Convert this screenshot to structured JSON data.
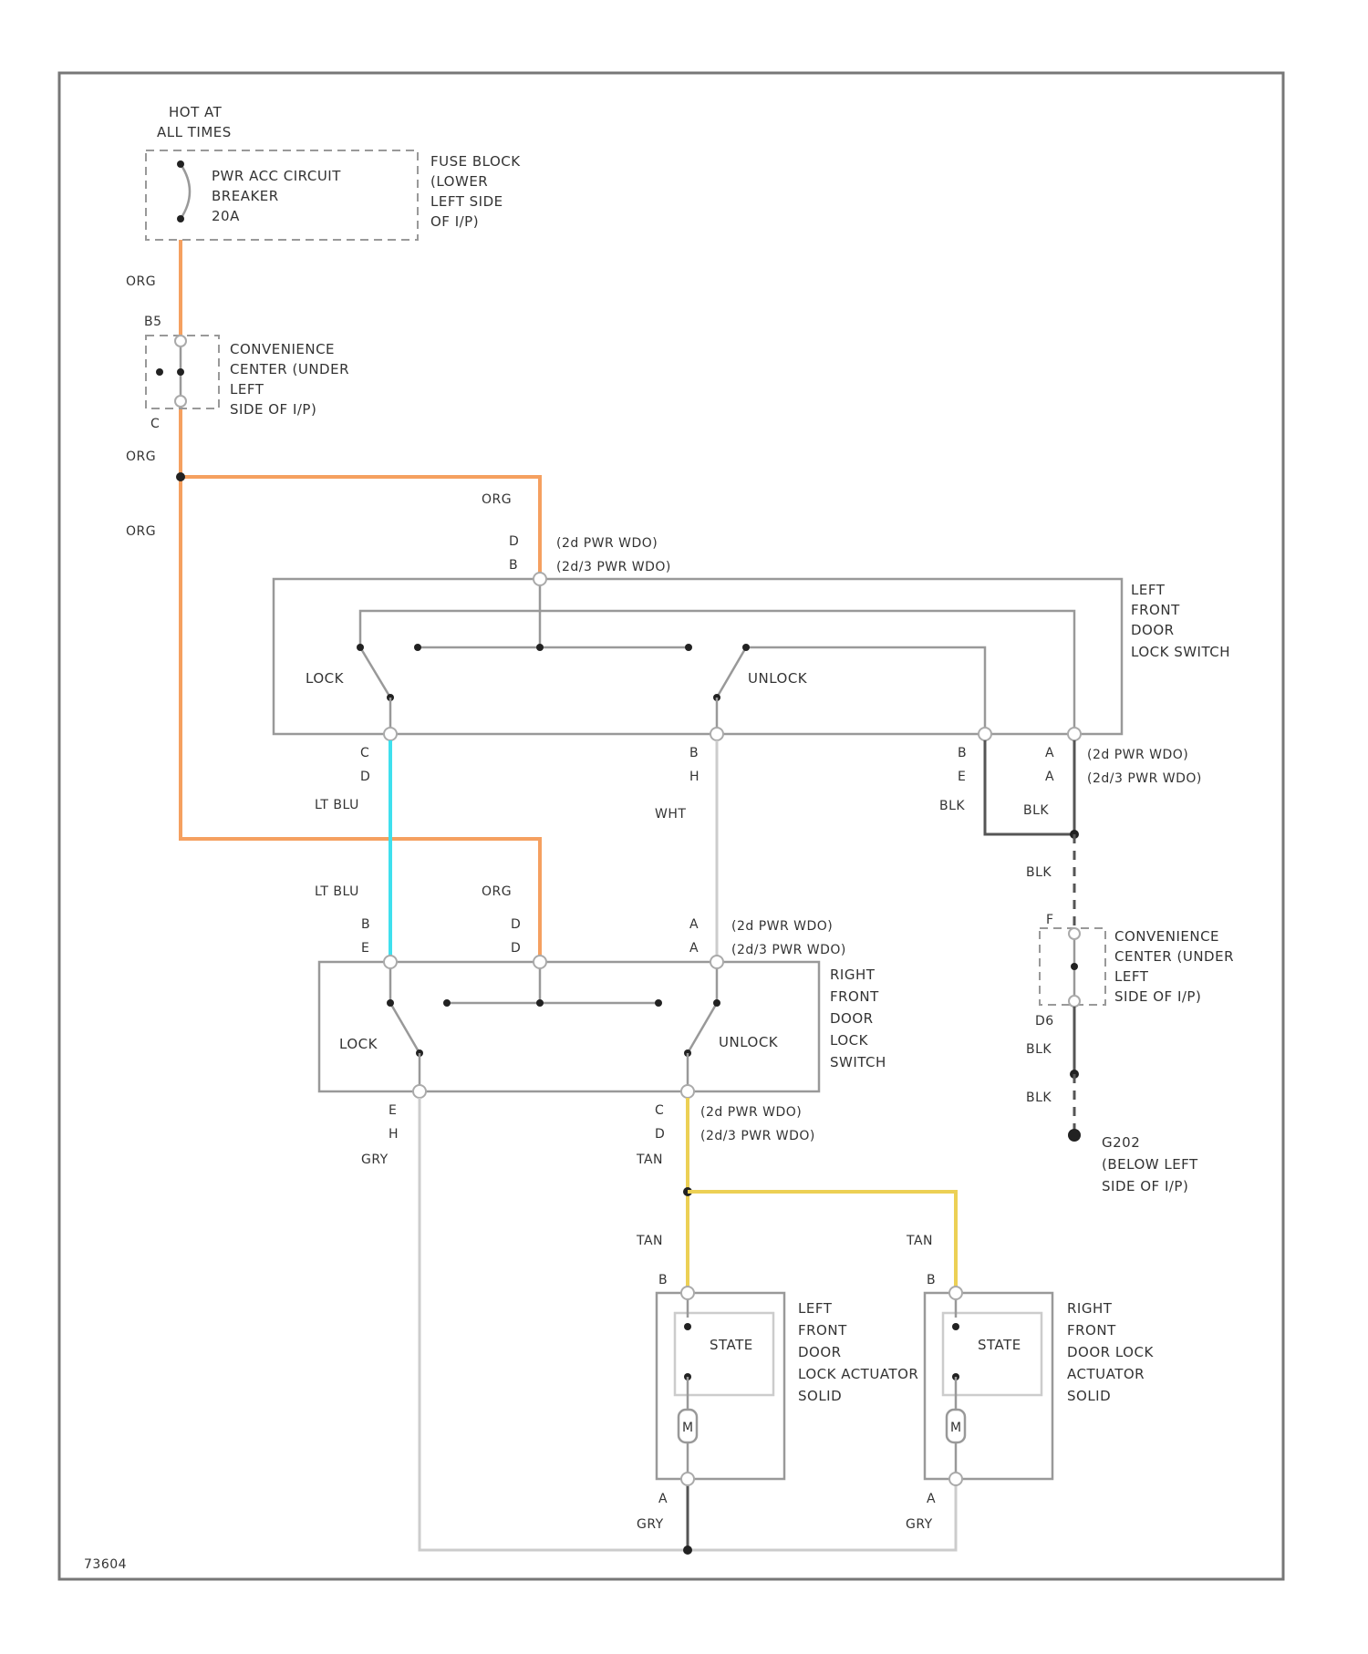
{
  "diagram_id": "73604",
  "power": {
    "hot_label": [
      "HOT AT",
      "ALL TIMES"
    ],
    "breaker_label": [
      "PWR ACC CIRCUIT",
      "BREAKER",
      "20A"
    ],
    "fuse_label": [
      "FUSE BLOCK",
      "(LOWER",
      "LEFT SIDE",
      "OF I/P)"
    ]
  },
  "convenience_top": {
    "label": [
      "CONVENIENCE",
      "CENTER (UNDER",
      "LEFT",
      "SIDE OF I/P)"
    ],
    "pin_top": "B5",
    "pin_bottom": "C"
  },
  "wires": {
    "org": "ORG",
    "lt_blu": "LT BLU",
    "wht": "WHT",
    "blk": "BLK",
    "gry": "GRY",
    "tan": "TAN"
  },
  "left_switch": {
    "label": [
      "LEFT",
      "FRONT",
      "DOOR",
      "LOCK SWITCH"
    ],
    "lock": "LOCK",
    "unlock": "UNLOCK",
    "pins_top": [
      "D",
      "B"
    ],
    "variant_top": [
      "(2d PWR WDO)",
      "(2d/3 PWR WDO)"
    ],
    "pins_c": [
      "C",
      "D"
    ],
    "pins_b": [
      "B",
      "H"
    ],
    "pins_e": [
      "B",
      "E"
    ],
    "pins_a": [
      "A",
      "A"
    ],
    "variant_a": [
      "(2d PWR WDO)",
      "(2d/3 PWR WDO)"
    ]
  },
  "right_switch": {
    "label": [
      "RIGHT",
      "FRONT",
      "DOOR",
      "LOCK",
      "SWITCH"
    ],
    "lock": "LOCK",
    "unlock": "UNLOCK",
    "pins_b": [
      "B",
      "E"
    ],
    "pins_d": [
      "D",
      "D"
    ],
    "pins_a": [
      "A",
      "A"
    ],
    "variant_a": [
      "(2d PWR WDO)",
      "(2d/3 PWR WDO)"
    ],
    "pins_e": [
      "E",
      "H"
    ],
    "pins_c": [
      "C",
      "D"
    ],
    "variant_c": [
      "(2d PWR WDO)",
      "(2d/3 PWR WDO)"
    ]
  },
  "convenience_right": {
    "label": [
      "CONVENIENCE",
      "CENTER (UNDER",
      "LEFT",
      "SIDE OF I/P)"
    ],
    "pin_top": "F",
    "pin_bottom": "D6"
  },
  "ground": {
    "label": [
      "G202",
      "(BELOW LEFT",
      "SIDE OF I/P)"
    ]
  },
  "left_actuator": {
    "label": [
      "LEFT",
      "FRONT",
      "DOOR",
      "LOCK ACTUATOR",
      "SOLID"
    ],
    "state": "STATE",
    "motor": "M",
    "pin_top": "B",
    "pin_bottom": "A"
  },
  "right_actuator": {
    "label": [
      "RIGHT",
      "FRONT",
      "DOOR LOCK",
      "ACTUATOR",
      "SOLID"
    ],
    "state": "STATE",
    "motor": "M",
    "pin_top": "B",
    "pin_bottom": "A"
  }
}
